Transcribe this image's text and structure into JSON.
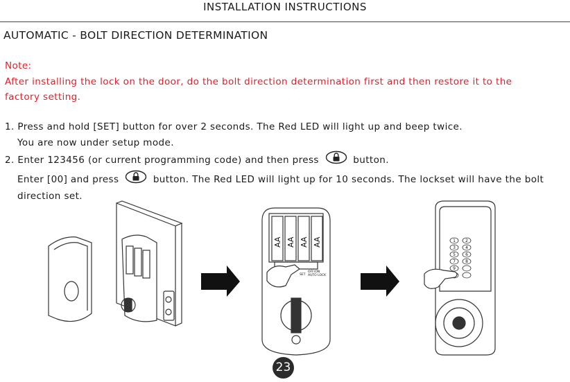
{
  "header": {
    "title": "INSTALLATION INSTRUCTIONS"
  },
  "section": {
    "title": "AUTOMATIC - BOLT DIRECTION DETERMINATION"
  },
  "note": {
    "label": "Note:",
    "line1": "After installing the lock on the door, do the bolt direction determination first and then restore it to the",
    "line2": "factory setting."
  },
  "steps": [
    {
      "num": "1.",
      "line1": "Press and hold [SET] button for over 2 seconds. The Red LED will light up and beep twice.",
      "line2": "You are now under setup mode."
    },
    {
      "num": "2.",
      "line1a": "Enter 123456 (or current programming code) and then press",
      "line1b": "button.",
      "line2a": "Enter [00] and press",
      "line2b": "button. The Red LED will light up for 10 seconds. The lockset will have the bolt",
      "line3": "direction set."
    }
  ],
  "battery_labels": [
    "AA",
    "AA",
    "AA",
    "AA"
  ],
  "pcb_labels": {
    "set": "SET",
    "auto": "AUTO LOCK",
    "off": "OFF/ON"
  },
  "keypad_digits": [
    "1",
    "2",
    "3",
    "4",
    "5",
    "6",
    "7",
    "8",
    "9",
    "0"
  ],
  "icons": [
    "lock-button-icon",
    "arrow-right-icon"
  ],
  "page_number": "23"
}
